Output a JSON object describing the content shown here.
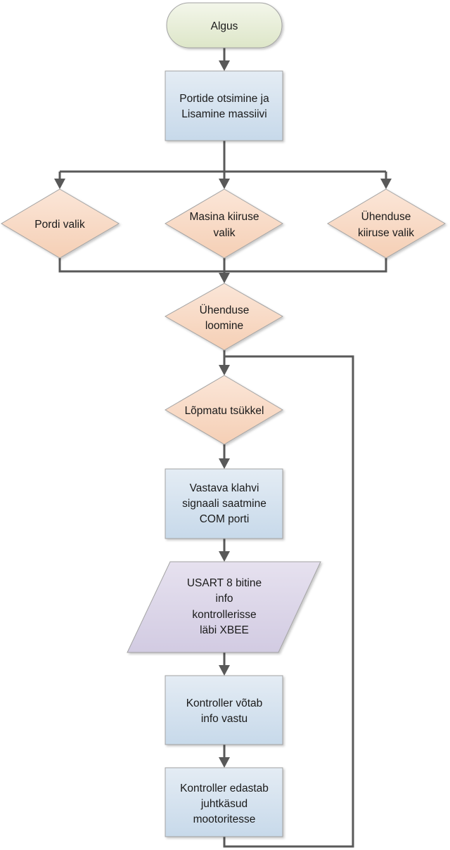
{
  "diagram": {
    "type": "flowchart",
    "colors": {
      "terminal_fill": "#e6ecd5",
      "process_fill": "#d2e1ee",
      "decision_fill": "#f8d9c4",
      "io_fill": "#dcd6e8",
      "connector": "#595959"
    },
    "nodes": [
      {
        "id": "start",
        "shape": "terminal",
        "lines": [
          "Algus"
        ]
      },
      {
        "id": "find-ports",
        "shape": "process",
        "lines": [
          "Portide otsimine ja",
          "Lisamine massiivi"
        ]
      },
      {
        "id": "port-select",
        "shape": "decision",
        "lines": [
          "Pordi valik"
        ]
      },
      {
        "id": "machine-speed",
        "shape": "decision",
        "lines": [
          "Masina kiiruse",
          "valik"
        ]
      },
      {
        "id": "conn-speed",
        "shape": "decision",
        "lines": [
          "Ühenduse",
          "kiiruse valik"
        ]
      },
      {
        "id": "connect",
        "shape": "decision",
        "lines": [
          "Ühenduse",
          "loomine"
        ]
      },
      {
        "id": "loop",
        "shape": "decision",
        "lines": [
          "Lõpmatu tsükkel"
        ]
      },
      {
        "id": "send-signal",
        "shape": "process",
        "lines": [
          "Vastava klahvi",
          "signaali saatmine",
          "COM porti"
        ]
      },
      {
        "id": "usart",
        "shape": "io",
        "lines": [
          "USART 8 bitine",
          "info",
          "kontrollerisse",
          "läbi XBEE"
        ]
      },
      {
        "id": "receive",
        "shape": "process",
        "lines": [
          "Kontroller võtab",
          "info vastu"
        ]
      },
      {
        "id": "forward",
        "shape": "process",
        "lines": [
          "Kontroller edastab",
          "juhtkäsud",
          "mootoritesse"
        ]
      }
    ],
    "edges": [
      {
        "from": "start",
        "to": "find-ports"
      },
      {
        "from": "find-ports",
        "to": "port-select"
      },
      {
        "from": "find-ports",
        "to": "machine-speed"
      },
      {
        "from": "find-ports",
        "to": "conn-speed"
      },
      {
        "from": "port-select",
        "to": "connect"
      },
      {
        "from": "machine-speed",
        "to": "connect"
      },
      {
        "from": "conn-speed",
        "to": "connect"
      },
      {
        "from": "connect",
        "to": "loop"
      },
      {
        "from": "loop",
        "to": "send-signal"
      },
      {
        "from": "send-signal",
        "to": "usart"
      },
      {
        "from": "usart",
        "to": "receive"
      },
      {
        "from": "receive",
        "to": "forward"
      },
      {
        "from": "forward",
        "to": "loop",
        "kind": "loop-back"
      }
    ]
  }
}
